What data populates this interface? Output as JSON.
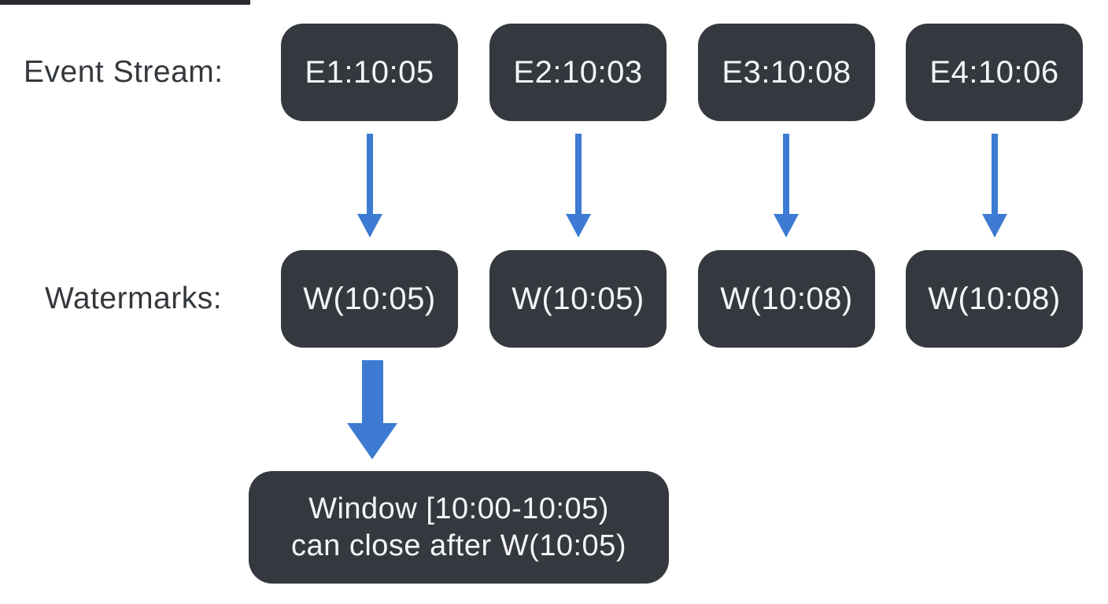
{
  "colors": {
    "background": "#ffffff",
    "box_bg": "#35393f",
    "box_text": "#f4f5f6",
    "arrow_blue": "#3d7bd3",
    "label_text": "#34383d",
    "artifact_bar": "#26292d"
  },
  "diagram": {
    "event_stream_label": "Event Stream:",
    "watermarks_label": "Watermarks:",
    "events": [
      "E1:10:05",
      "E2:10:03",
      "E3:10:08",
      "E4:10:06"
    ],
    "watermarks": [
      "W(10:05)",
      "W(10:05)",
      "W(10:08)",
      "W(10:08)"
    ],
    "window_note_line1": "Window [10:00-10:05)",
    "window_note_line2": "can close after W(10:05)"
  }
}
